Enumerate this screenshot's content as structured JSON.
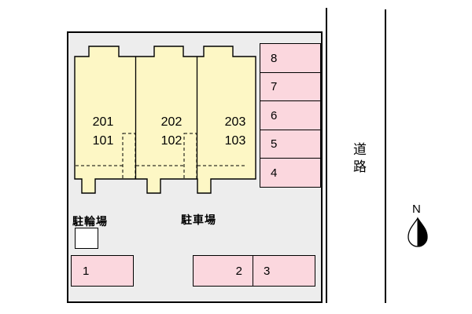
{
  "building": {
    "units": [
      {
        "upper": "201",
        "lower": "101"
      },
      {
        "upper": "202",
        "lower": "102"
      },
      {
        "upper": "203",
        "lower": "103"
      }
    ]
  },
  "parking": {
    "right_column": [
      "8",
      "7",
      "6",
      "5",
      "4"
    ],
    "space1": "1",
    "space2": "2",
    "space3": "3",
    "bike_area_label": "駐輪場",
    "car_area_label": "駐車場"
  },
  "road_label": "道路",
  "compass": {
    "north_label": "N"
  },
  "colors": {
    "site_fill": "#ededed",
    "building_fill": "#fdf7c5",
    "parking_fill": "#fbd7de"
  }
}
